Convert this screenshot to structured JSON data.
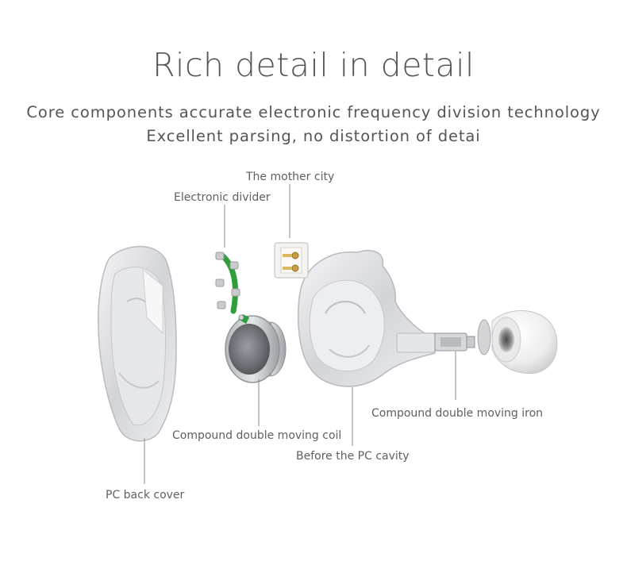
{
  "header": {
    "title": "Rich detail in detail",
    "subtitle_line1": "Core components accurate electronic frequency division technology",
    "subtitle_line2": "Excellent parsing, no distortion of detai"
  },
  "labels": {
    "mother_city": "The mother city",
    "electronic_divider": "Electronic divider",
    "moving_coil": "Compound double moving coil",
    "moving_iron": "Compound double moving iron",
    "pc_cavity": "Before the PC cavity",
    "pc_back_cover": "PC back cover"
  },
  "colors": {
    "text": "#555555",
    "leader_line": "#8a8a8a",
    "divider_green": "#2e9e3a",
    "connector_gold": "#c8a040"
  }
}
